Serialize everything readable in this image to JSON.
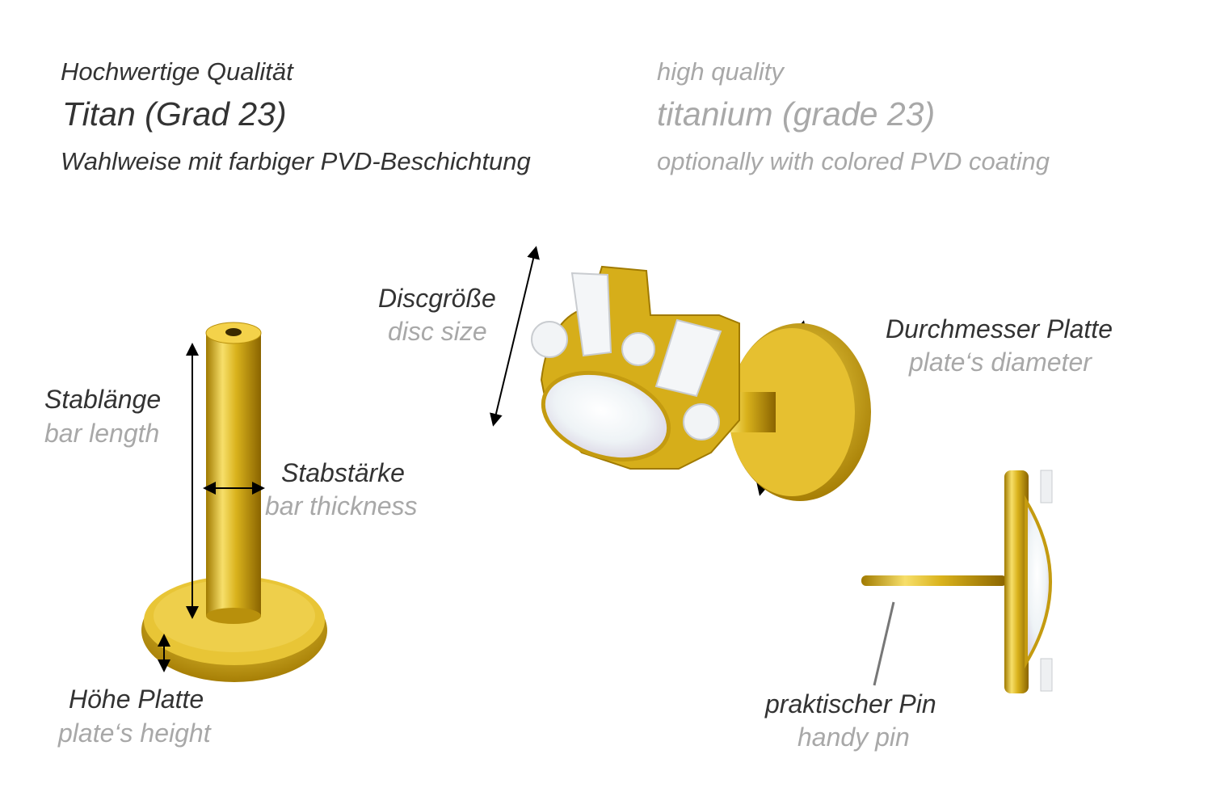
{
  "header": {
    "de": {
      "line1": "Hochwertige Qualität",
      "line2": "Titan (Grad 23)",
      "line3": "Wahlweise mit farbiger PVD-Beschichtung"
    },
    "en": {
      "line1": "high quality",
      "line2": "titanium (grade 23)",
      "line3": "optionally with colored PVD coating"
    }
  },
  "labels": {
    "bar_length": {
      "de": "Stablänge",
      "en": "bar length"
    },
    "bar_thickness": {
      "de": "Stabstärke",
      "en": "bar thickness"
    },
    "plate_height": {
      "de": "Höhe Platte",
      "en": "plate‘s height"
    },
    "disc_size": {
      "de": "Discgröße",
      "en": "disc size"
    },
    "plate_diameter": {
      "de": "Durchmesser Platte",
      "en": "plate‘s diameter"
    },
    "pin": {
      "de": "praktischer Pin",
      "en": "handy pin"
    }
  },
  "colors": {
    "gold": "#d9b21c",
    "text_de": "#333333",
    "text_en": "#a8a8a8"
  }
}
